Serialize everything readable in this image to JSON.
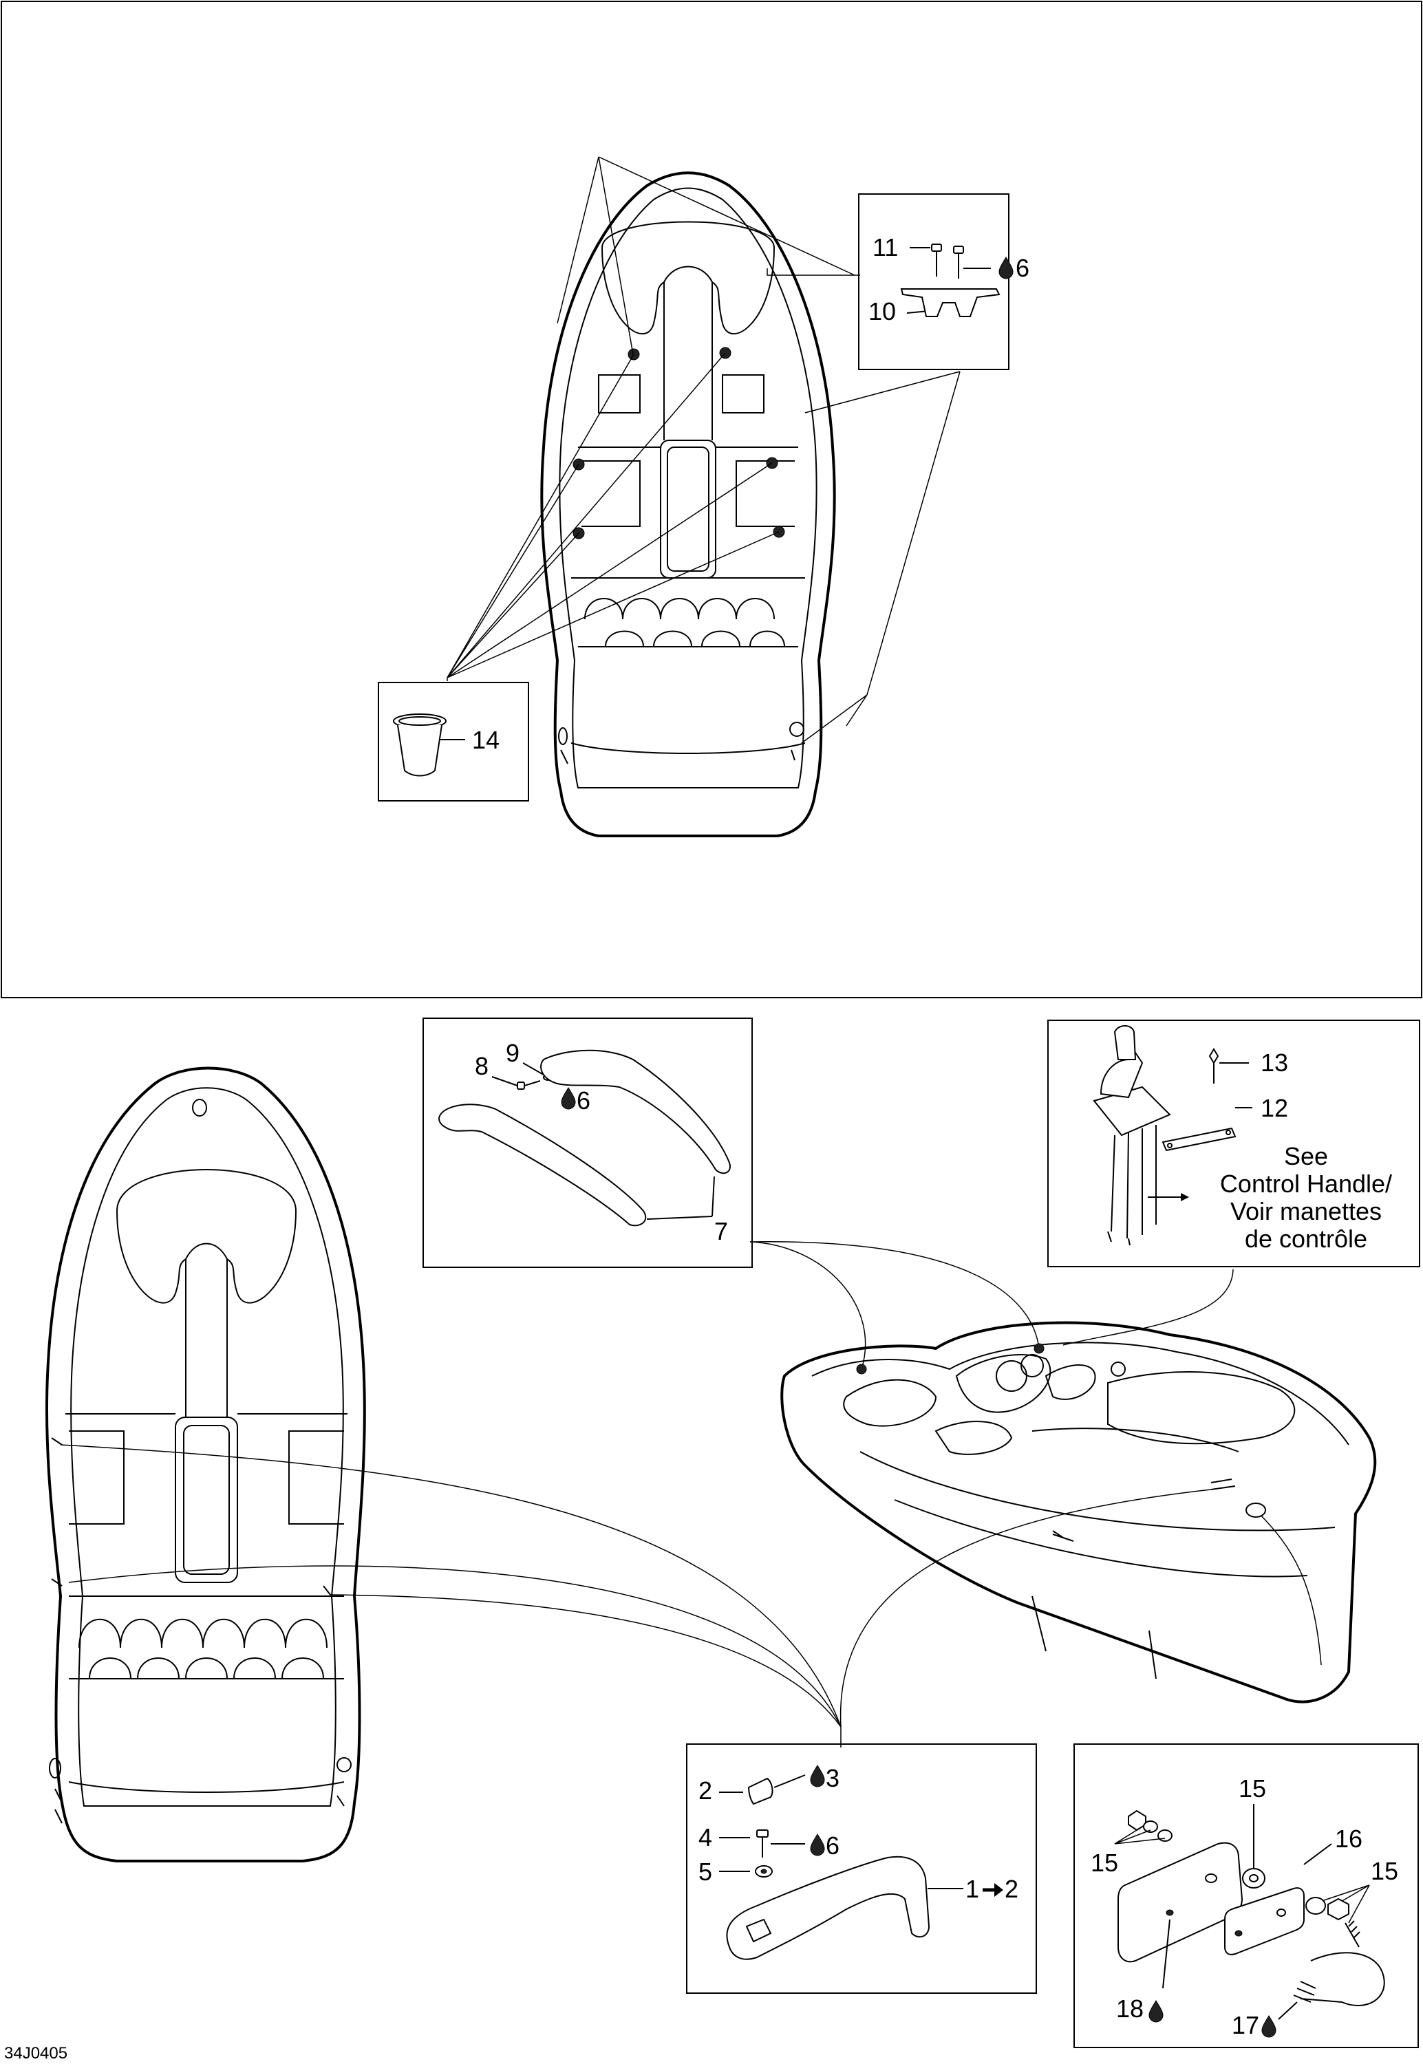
{
  "diagram_code": "34J0405",
  "callouts": {
    "c11": "11",
    "c6a": "6",
    "c10": "10",
    "c14": "14",
    "c9": "9",
    "c8": "8",
    "c6b": "6",
    "c7": "7",
    "c13": "13",
    "c12": "12",
    "c2": "2",
    "c3": "3",
    "c4": "4",
    "c6c": "6",
    "c5": "5",
    "c1": "1",
    "c1to": "2",
    "c15a": "15",
    "c15b": "15",
    "c15c": "15",
    "c16": "16",
    "c18": "18",
    "c17": "17"
  },
  "note_lines": [
    "See",
    "Control Handle/",
    "Voir manettes",
    "de contrôle"
  ],
  "icons": {
    "adhesive": "drop-icon",
    "replaces": "arrow-right-icon"
  }
}
